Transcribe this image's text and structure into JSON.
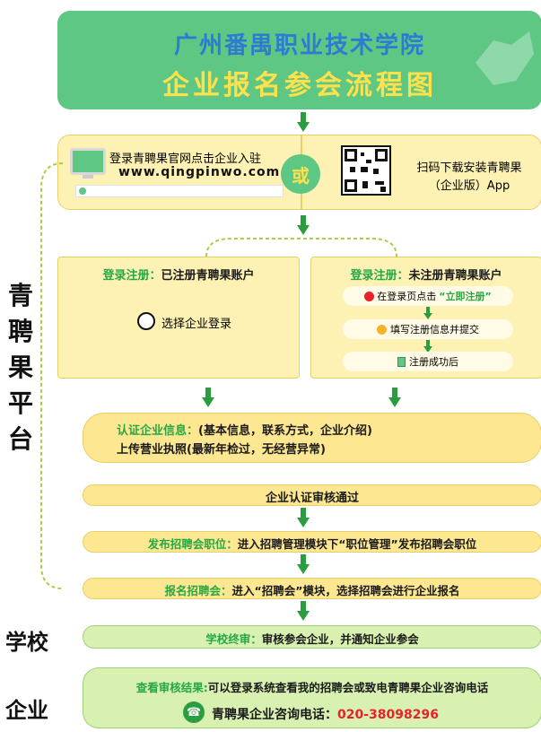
{
  "header": {
    "title1": "广州番禺职业技术学院",
    "title2": "企业报名参会流程图"
  },
  "step1": {
    "left_text1": "登录青聘果官网点击企业入驻",
    "left_url": "www.qingpinwo.com",
    "or_label": "或",
    "right_text1": "扫码下载安装青聘果",
    "right_text2": "（企业版）App"
  },
  "registered": {
    "title_green": "登录注册：",
    "title_black": "已注册青聘果账户",
    "action": "选择企业登录"
  },
  "unregistered": {
    "title_green": "登录注册：",
    "title_black": "未注册青聘果账户",
    "s1a": "在登录页点击",
    "s1b": "“立即注册”",
    "s2": "填写注册信息并提交",
    "s3": "注册成功后"
  },
  "certify": {
    "green": "认证企业信息：",
    "line1": "(基本信息，联系方式，企业介绍)",
    "line2": "上传营业执照(最新年检过，无经营异常)"
  },
  "review_pass": "企业认证审核通过",
  "publish": {
    "green": "发布招聘会职位：",
    "black": "进入招聘管理模块下“职位管理”发布招聘会职位"
  },
  "apply": {
    "green": "报名招聘会：",
    "black": "进入“招聘会”模块，选择招聘会进行企业报名"
  },
  "school": {
    "green": "学校终审：",
    "black": "审核参会企业，并通知企业参会"
  },
  "result": {
    "green": "查看审核结果:",
    "black": "可以登录系统查看我的招聘会或致电青聘果企业咨询电话",
    "phone_label": "青聘果企业咨询电话：",
    "phone": "020-38098296"
  },
  "side": {
    "platform": "青聘果平台",
    "school": "学校",
    "company": "企业"
  },
  "colors": {
    "header_green": "#5ec784",
    "title_blue": "#2e7bd1",
    "title_yellow": "#ffe14d",
    "box_yellow": "#fdf2b4",
    "pill_green": "#d8f0b0",
    "arrow_green": "#2a9d3f",
    "phone_red": "#e8222a"
  }
}
